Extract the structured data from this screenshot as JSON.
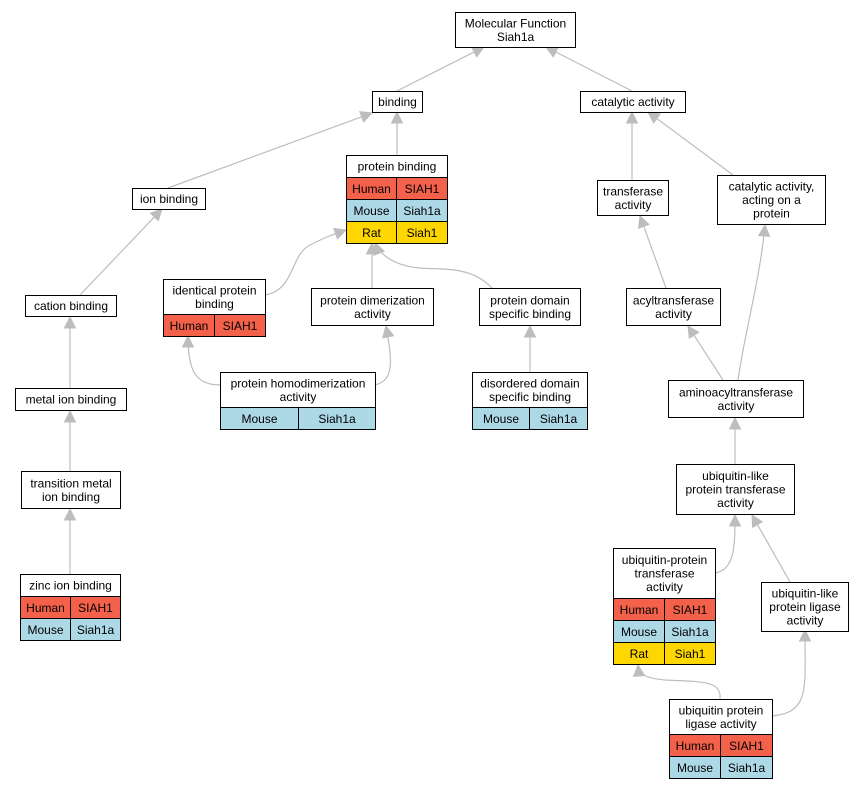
{
  "colors": {
    "human": "#f4614b",
    "mouse": "#add8e6",
    "rat": "#ffd700",
    "edge": "#bdbdbd"
  },
  "nodes": {
    "mf": {
      "lines": [
        "Molecular Function",
        "Siah1a"
      ],
      "rows": []
    },
    "binding": {
      "lines": [
        "binding"
      ],
      "rows": []
    },
    "catalytic": {
      "lines": [
        "catalytic activity"
      ],
      "rows": []
    },
    "protbind": {
      "lines": [
        "protein binding"
      ],
      "rows": [
        {
          "species": "Human",
          "gene": "SIAH1",
          "color": "human"
        },
        {
          "species": "Mouse",
          "gene": "Siah1a",
          "color": "mouse"
        },
        {
          "species": "Rat",
          "gene": "Siah1",
          "color": "rat"
        }
      ]
    },
    "ionbind": {
      "lines": [
        "ion binding"
      ],
      "rows": []
    },
    "transferase": {
      "lines": [
        "transferase",
        "activity"
      ],
      "rows": []
    },
    "catprot": {
      "lines": [
        "catalytic activity,",
        "acting on a",
        "protein"
      ],
      "rows": []
    },
    "cation": {
      "lines": [
        "cation binding"
      ],
      "rows": []
    },
    "identical": {
      "lines": [
        "identical protein",
        "binding"
      ],
      "rows": [
        {
          "species": "Human",
          "gene": "SIAH1",
          "color": "human"
        }
      ]
    },
    "dimer": {
      "lines": [
        "protein dimerization",
        "activity"
      ],
      "rows": []
    },
    "domain": {
      "lines": [
        "protein domain",
        "specific binding"
      ],
      "rows": []
    },
    "acyl": {
      "lines": [
        "acyltransferase",
        "activity"
      ],
      "rows": []
    },
    "metal": {
      "lines": [
        "metal ion binding"
      ],
      "rows": []
    },
    "homodimer": {
      "lines": [
        "protein homodimerization",
        "activity"
      ],
      "rows": [
        {
          "species": "Mouse",
          "gene": "Siah1a",
          "color": "mouse"
        }
      ]
    },
    "disordered": {
      "lines": [
        "disordered domain",
        "specific binding"
      ],
      "rows": [
        {
          "species": "Mouse",
          "gene": "Siah1a",
          "color": "mouse"
        }
      ]
    },
    "aminoacyl": {
      "lines": [
        "aminoacyltransferase",
        "activity"
      ],
      "rows": []
    },
    "transmetal": {
      "lines": [
        "transition metal",
        "ion binding"
      ],
      "rows": []
    },
    "ubltrans": {
      "lines": [
        "ubiquitin-like",
        "protein transferase",
        "activity"
      ],
      "rows": []
    },
    "zinc": {
      "lines": [
        "zinc ion binding"
      ],
      "rows": [
        {
          "species": "Human",
          "gene": "SIAH1",
          "color": "human"
        },
        {
          "species": "Mouse",
          "gene": "Siah1a",
          "color": "mouse"
        }
      ]
    },
    "ubprottrans": {
      "lines": [
        "ubiquitin-protein",
        "transferase",
        "activity"
      ],
      "rows": [
        {
          "species": "Human",
          "gene": "SIAH1",
          "color": "human"
        },
        {
          "species": "Mouse",
          "gene": "Siah1a",
          "color": "mouse"
        },
        {
          "species": "Rat",
          "gene": "Siah1",
          "color": "rat"
        }
      ]
    },
    "ubllig": {
      "lines": [
        "ubiquitin-like",
        "protein ligase",
        "activity"
      ],
      "rows": []
    },
    "ubligase": {
      "lines": [
        "ubiquitin protein",
        "ligase activity"
      ],
      "rows": [
        {
          "species": "Human",
          "gene": "SIAH1",
          "color": "human"
        },
        {
          "species": "Mouse",
          "gene": "Siah1a",
          "color": "mouse"
        }
      ]
    }
  },
  "edges": [
    {
      "from": "binding",
      "to": "mf"
    },
    {
      "from": "catalytic",
      "to": "mf"
    },
    {
      "from": "ionbind",
      "to": "binding"
    },
    {
      "from": "protbind",
      "to": "binding"
    },
    {
      "from": "transferase",
      "to": "catalytic"
    },
    {
      "from": "catprot",
      "to": "catalytic"
    },
    {
      "from": "cation",
      "to": "ionbind"
    },
    {
      "from": "identical",
      "to": "protbind"
    },
    {
      "from": "dimer",
      "to": "protbind"
    },
    {
      "from": "domain",
      "to": "protbind"
    },
    {
      "from": "acyl",
      "to": "transferase"
    },
    {
      "from": "metal",
      "to": "cation"
    },
    {
      "from": "homodimer",
      "to": "identical"
    },
    {
      "from": "homodimer",
      "to": "dimer"
    },
    {
      "from": "disordered",
      "to": "domain"
    },
    {
      "from": "aminoacyl",
      "to": "acyl"
    },
    {
      "from": "aminoacyl",
      "to": "catprot"
    },
    {
      "from": "transmetal",
      "to": "metal"
    },
    {
      "from": "ubltrans",
      "to": "aminoacyl"
    },
    {
      "from": "zinc",
      "to": "transmetal"
    },
    {
      "from": "ubprottrans",
      "to": "ubltrans"
    },
    {
      "from": "ubllig",
      "to": "ubltrans"
    },
    {
      "from": "ubligase",
      "to": "ubprottrans"
    },
    {
      "from": "ubligase",
      "to": "ubllig"
    }
  ]
}
